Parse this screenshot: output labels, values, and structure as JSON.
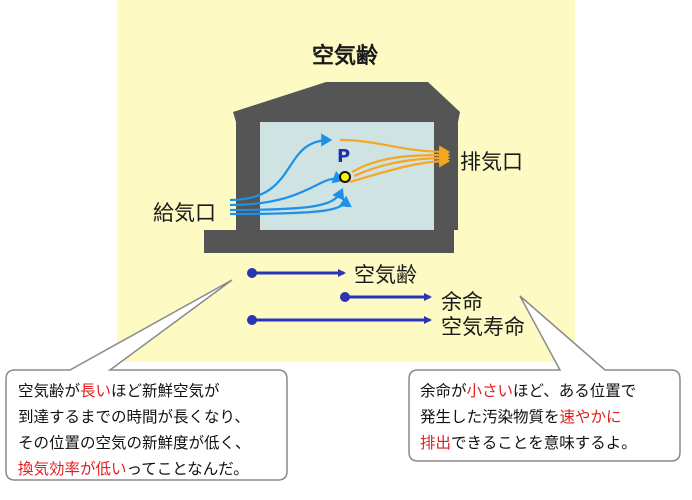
{
  "title": "空気齢",
  "labels": {
    "inlet": "給気口",
    "exhaust": "排気口",
    "point": "P",
    "age": "空気齢",
    "remaining": "余命",
    "lifetime": "空気寿命"
  },
  "bubble_left": {
    "l1a": "空気齢が",
    "l1b": "長い",
    "l1c": "ほど新鮮空気が",
    "l2": "到達するまでの時間が長くなり、",
    "l3": "その位置の空気の新鮮度が低く、",
    "l4a": "換気効率が低い",
    "l4b": "ってことなんだ。"
  },
  "bubble_right": {
    "l1a": "余命が",
    "l1b": "小さい",
    "l1c": "ほど、ある位置で",
    "l2a": "発生した汚染物質を",
    "l2b": "速やかに",
    "l3a": "排出",
    "l3b": "できることを意味するよ。"
  },
  "colors": {
    "background_panel": "#fdfbc3",
    "house": "#555555",
    "room": "#cfe3e2",
    "inflow": "#1e90e8",
    "outflow": "#f5a623",
    "timeline": "#2b35b4",
    "emphasis": "#e02020"
  }
}
